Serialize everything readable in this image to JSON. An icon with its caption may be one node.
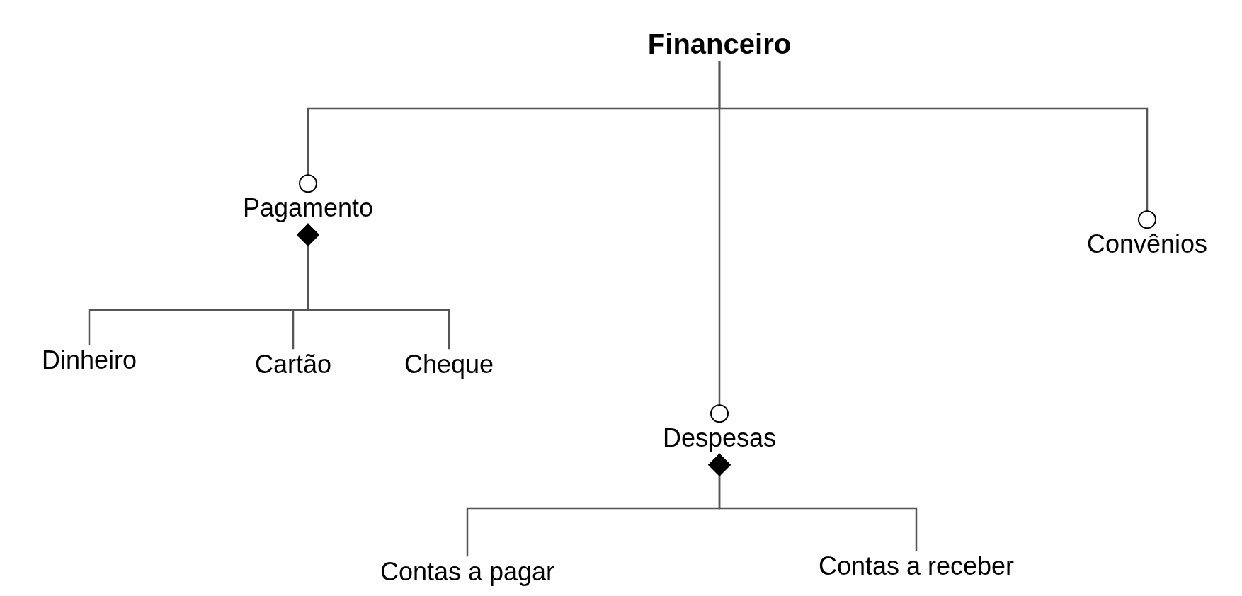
{
  "diagram": {
    "nodes": [
      {
        "text": [
          "Financeiro"
        ]
      },
      {
        "text": [
          "Pagamento"
        ]
      },
      {
        "text": [
          "Dinheiro"
        ]
      },
      {
        "text": [
          "Cartão"
        ]
      },
      {
        "text": [
          "Cheque"
        ]
      },
      {
        "text": [
          "Despesas"
        ]
      },
      {
        "text": [
          "Contas a pagar"
        ]
      },
      {
        "text": [
          "Contas a receber"
        ]
      },
      {
        "text": [
          "Convênios"
        ]
      }
    ],
    "edges": [
      {
        "from": 0,
        "to": 1,
        "arrow": "other"
      },
      {
        "from": 1,
        "to": 2,
        "arrow": "other"
      },
      {
        "from": 1,
        "to": 3,
        "arrow": "other"
      },
      {
        "from": 1,
        "to": 4,
        "arrow": "other"
      },
      {
        "from": 0,
        "to": 5,
        "arrow": "other"
      },
      {
        "from": 5,
        "to": 6,
        "arrow": "other"
      },
      {
        "from": 5,
        "to": 7,
        "arrow": "other"
      },
      {
        "from": 0,
        "to": 8,
        "arrow": "other"
      }
    ]
  }
}
